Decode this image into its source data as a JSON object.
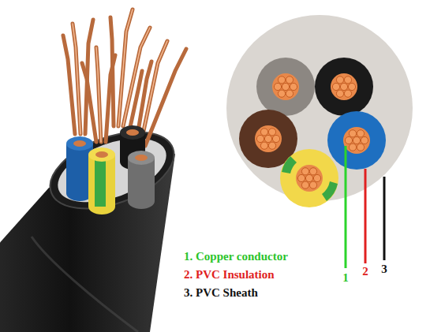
{
  "diagram": {
    "labels": [
      "1. Copper conductor",
      "2. PVC Insulation",
      "3. PVC Sheath",
      "1",
      "2",
      "3"
    ]
  }
}
